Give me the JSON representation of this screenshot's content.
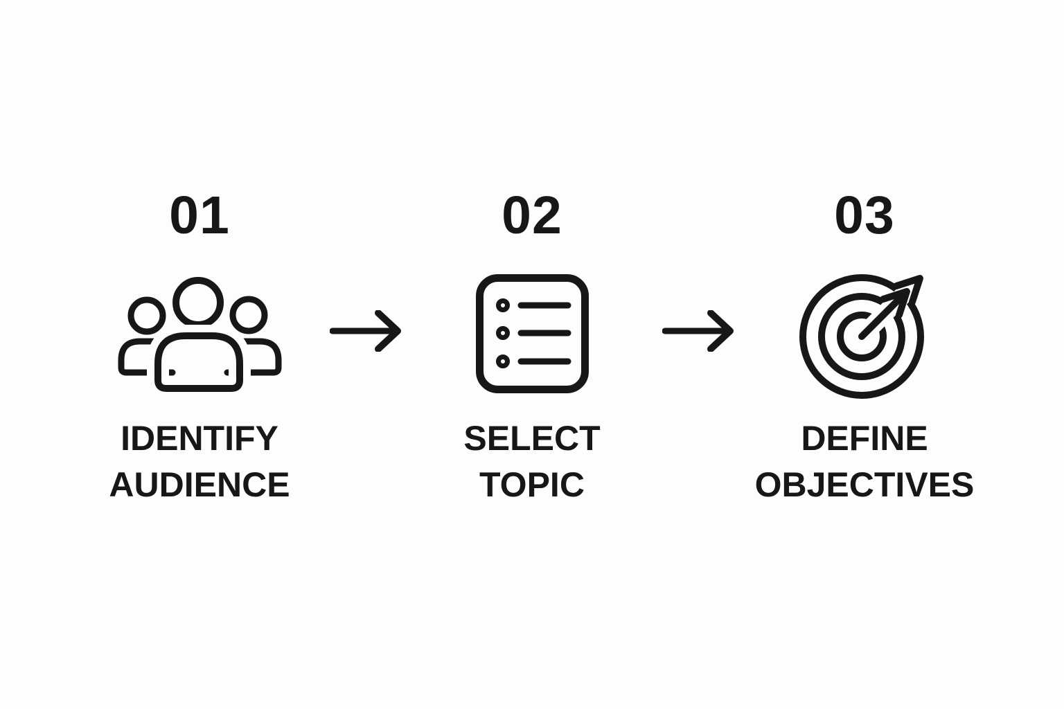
{
  "colors": {
    "background": "#fdfdfc",
    "ink": "#171717"
  },
  "steps": [
    {
      "number": "01",
      "label_line1": "IDENTIFY",
      "label_line2": "AUDIENCE",
      "icon": "audience-people-icon"
    },
    {
      "number": "02",
      "label_line1": "SELECT",
      "label_line2": "TOPIC",
      "icon": "topic-list-icon"
    },
    {
      "number": "03",
      "label_line1": "DEFINE",
      "label_line2": "OBJECTIVES",
      "icon": "objectives-target-icon"
    }
  ],
  "connectors": [
    {
      "icon": "arrow-right-icon"
    },
    {
      "icon": "arrow-right-icon"
    }
  ]
}
